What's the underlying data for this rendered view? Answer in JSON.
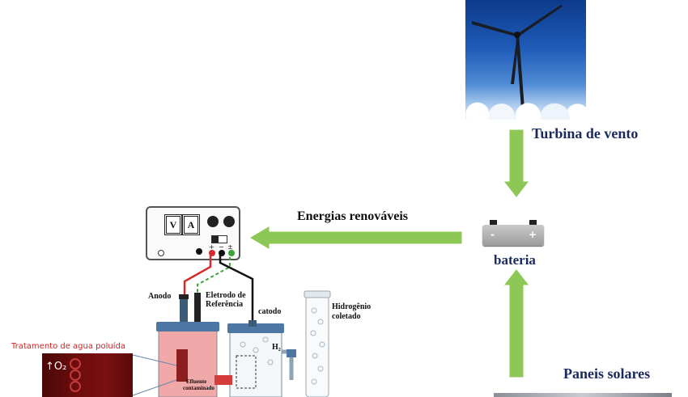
{
  "labels": {
    "wind_turbine": "Turbina de vento",
    "renewable": "Energias renováveis",
    "battery": "bateria",
    "solar": "Paneis solares",
    "pollution": "Tratamento de agua poluída",
    "o2": "↑O₂",
    "anode": "Anodo",
    "ref_electrode_1": "Eletrodo de",
    "ref_electrode_2": "Referência",
    "cathode": "catodo",
    "hydrogen_1": "Hidrogênio",
    "hydrogen_2": "coletado",
    "h2": "H₂",
    "effluent_1": "Efluente",
    "effluent_2": "contaminado"
  },
  "power_supply": {
    "meter_v": "V",
    "meter_a": "A",
    "plus": "+",
    "minus": "−",
    "ground": "±"
  },
  "battery_signs": {
    "minus": "-",
    "plus": "+"
  },
  "colors": {
    "arrow": "#8dc857",
    "title_text": "#1a2a5e",
    "caption_red": "#d62020"
  }
}
